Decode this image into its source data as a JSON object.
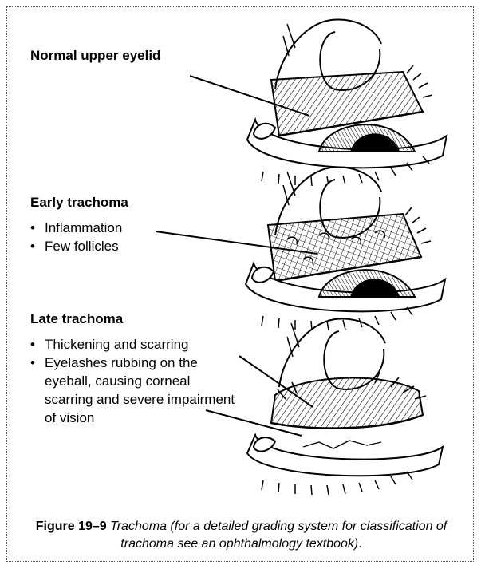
{
  "panels": [
    {
      "heading": "Normal upper eyelid",
      "bullets": []
    },
    {
      "heading": "Early trachoma",
      "bullets": [
        "Inflammation",
        "Few follicles"
      ]
    },
    {
      "heading": "Late trachoma",
      "bullets": [
        "Thickening and scarring",
        "Eyelashes rubbing on the eyeball, causing corneal scarring and severe impairment of vision"
      ]
    }
  ],
  "caption": {
    "figure_label": "Figure 19–9",
    "text": "Trachoma (for a detailed grading system for classification of trachoma see an ophthalmology textbook)",
    "end": "."
  }
}
